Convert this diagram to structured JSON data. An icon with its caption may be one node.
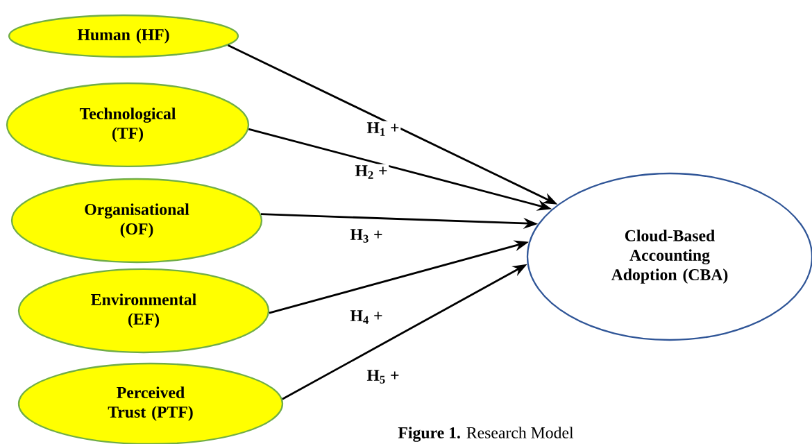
{
  "diagram": {
    "caption": "**Figure 1.** Research Model",
    "nodes": [
      {
        "text": [
          "Human (HF)"
        ]
      },
      {
        "text": [
          "Technological (TF)"
        ]
      },
      {
        "text": [
          "Organisational (OF)"
        ]
      },
      {
        "text": [
          "Environmental (EF)"
        ]
      },
      {
        "text": [
          "Perceived Trust (PTF)"
        ]
      },
      {
        "text": [
          "Cloud-Based Accounting Adoption (CBA)"
        ]
      }
    ],
    "edges": [
      {
        "from": 0,
        "to": 5,
        "arrow": "to",
        "label": "H$_{1}$ +"
      },
      {
        "from": 1,
        "to": 5,
        "arrow": "to",
        "label": "H$_{2}$ +"
      },
      {
        "from": 2,
        "to": 5,
        "arrow": "to",
        "label": "H$_{3}$ +"
      },
      {
        "from": 3,
        "to": 5,
        "arrow": "to",
        "label": "H$_{4}$ +"
      },
      {
        "from": 4,
        "to": 5,
        "arrow": "to",
        "label": "H$_{5}$ +"
      }
    ]
  }
}
